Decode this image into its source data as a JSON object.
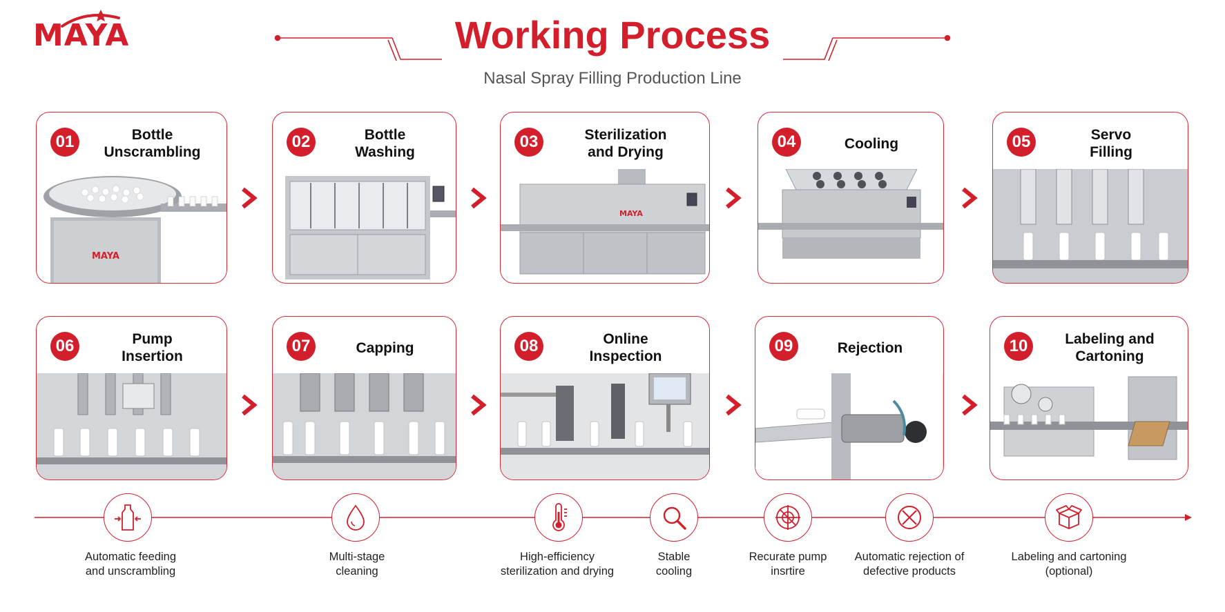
{
  "brand": {
    "logo_text": "MAYA"
  },
  "header": {
    "title": "Working Process",
    "subtitle": "Nasal Spray Filling Production Line"
  },
  "colors": {
    "accent": "#d21f2b",
    "steel": "#c9ccd0",
    "text": "#1a1a1a"
  },
  "steps": [
    {
      "number": "01",
      "title": "Bottle\nUnscrambling",
      "image": "bottle-unscrambler-machine"
    },
    {
      "number": "02",
      "title": "Bottle\nWashing",
      "image": "bottle-washing-machine"
    },
    {
      "number": "03",
      "title": "Sterilization\nand Drying",
      "image": "sterilization-tunnel"
    },
    {
      "number": "04",
      "title": "Cooling",
      "image": "cooling-tunnel"
    },
    {
      "number": "05",
      "title": "Servo\nFilling",
      "image": "servo-filling-nozzles"
    },
    {
      "number": "06",
      "title": "Pump\nInsertion",
      "image": "pump-insertion-heads"
    },
    {
      "number": "07",
      "title": "Capping",
      "image": "capping-heads"
    },
    {
      "number": "08",
      "title": "Online\nInspection",
      "image": "inspection-camera-station"
    },
    {
      "number": "09",
      "title": "Rejection",
      "image": "rejection-cylinder"
    },
    {
      "number": "10",
      "title": "Labeling and\nCartoning",
      "image": "labeling-cartoning-machine"
    }
  ],
  "features": [
    {
      "icon": "bottle-arrows-icon",
      "label": "Automatic feeding\nand unscrambling"
    },
    {
      "icon": "droplet-icon",
      "label": "Multi-stage\ncleaning"
    },
    {
      "icon": "thermometer-icon",
      "label": "High-efficiency\nsterilization and drying"
    },
    {
      "icon": "magnifier-icon",
      "label": "Stable\ncooling"
    },
    {
      "icon": "pump-target-icon",
      "label": "Recurate pump\ninsrtire"
    },
    {
      "icon": "reject-x-icon",
      "label": "Automatic rejection of\ndefective products"
    },
    {
      "icon": "box-icon",
      "label": "Labeling and cartoning\n(optional)"
    }
  ]
}
